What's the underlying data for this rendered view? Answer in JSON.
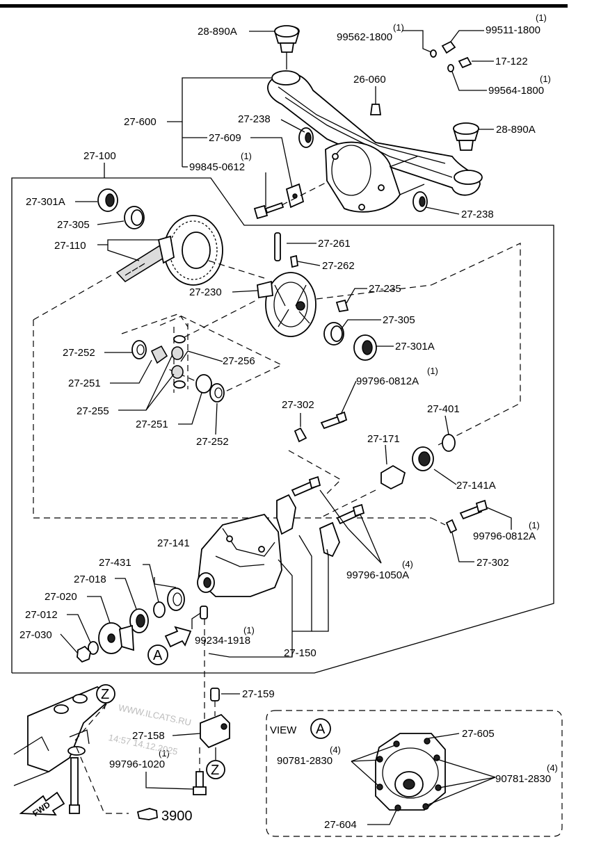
{
  "callouts": {
    "p28_890A_top": "28-890A",
    "p99562_1800": "99562-1800",
    "p99562_1800_qty": "(1)",
    "p99511_1800": "99511-1800",
    "p99511_1800_qty": "(1)",
    "p17_122": "17-122",
    "p99564_1800": "99564-1800",
    "p99564_1800_qty": "(1)",
    "p26_060": "26-060",
    "p27_238_top": "27-238",
    "p27_600": "27-600",
    "p28_890A_right": "28-890A",
    "p27_609": "27-609",
    "p99845_0612": "99845-0612",
    "p99845_0612_qty": "(1)",
    "p27_100": "27-100",
    "p27_238_right": "27-238",
    "p27_301A_left": "27-301A",
    "p27_305_left": "27-305",
    "p27_110": "27-110",
    "p27_261": "27-261",
    "p27_262": "27-262",
    "p27_230": "27-230",
    "p27_235": "27-235",
    "p27_305_right": "27-305",
    "p27_301A_right": "27-301A",
    "p27_252_left": "27-252",
    "p27_256": "27-256",
    "p27_251_left": "27-251",
    "p27_255": "27-255",
    "p27_251_right": "27-251",
    "p27_252_right": "27-252",
    "p99796_0812A_top": "99796-0812A",
    "p99796_0812A_top_qty": "(1)",
    "p27_302_top": "27-302",
    "p27_401": "27-401",
    "p27_171": "27-171",
    "p27_141A": "27-141A",
    "p99796_0812A_bottom": "99796-0812A",
    "p99796_0812A_bottom_qty": "(1)",
    "p27_302_bottom": "27-302",
    "p27_141": "27-141",
    "p27_431": "27-431",
    "p27_018": "27-018",
    "p27_020": "27-020",
    "p27_012": "27-012",
    "p27_030": "27-030",
    "p99796_1050A": "99796-1050A",
    "p99796_1050A_qty": "(4)",
    "p99234_1918": "99234-1918",
    "p99234_1918_qty": "(1)",
    "p27_150": "27-150",
    "p27_159": "27-159",
    "p27_158": "27-158",
    "p99796_1020": "99796-1020",
    "p99796_1020_qty": "(1)",
    "p3900": "3900",
    "fwd": "FWD",
    "view_a_label": "VIEW",
    "letter_a": "A",
    "letter_z": "Z",
    "p27_605": "27-605",
    "p90781_2830_left": "90781-2830",
    "p90781_2830_left_qty": "(4)",
    "p90781_2830_right": "90781-2830",
    "p90781_2830_right_qty": "(4)",
    "p27_604": "27-604"
  },
  "watermark": {
    "line1": "WWW.ILCATS.RU",
    "line2": "14:57 14.12.2025"
  },
  "icons": {
    "view_arrow": "arrow-icon",
    "fwd_arrow": "forward-arrow-icon",
    "reference_hand": "hand-pointer-icon"
  }
}
